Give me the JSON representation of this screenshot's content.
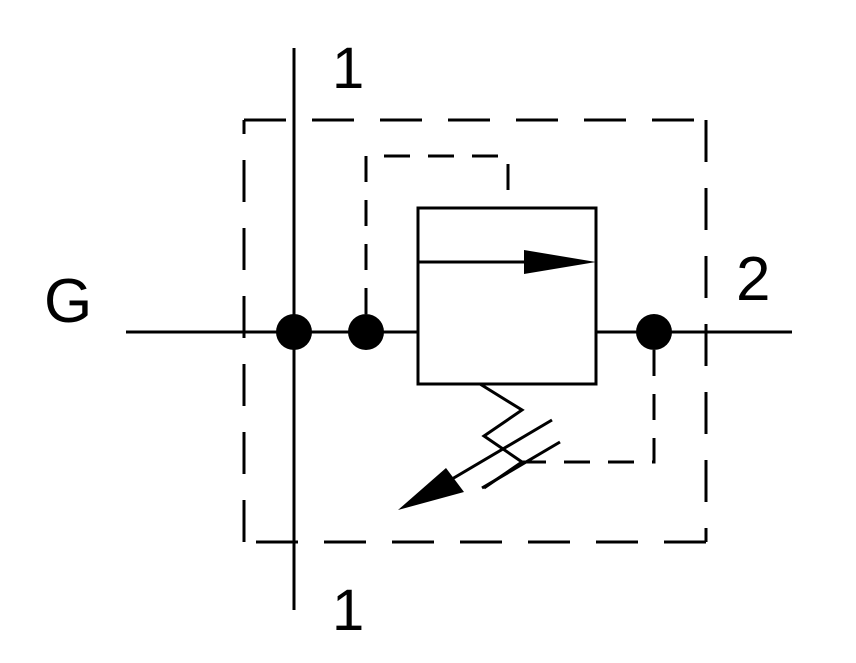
{
  "diagram": {
    "type": "hydraulic-valve-schematic",
    "ports": {
      "gauge": "G",
      "top": "1",
      "bottom": "1",
      "outlet": "2"
    },
    "colors": {
      "line": "#000000",
      "background": "#ffffff"
    }
  }
}
